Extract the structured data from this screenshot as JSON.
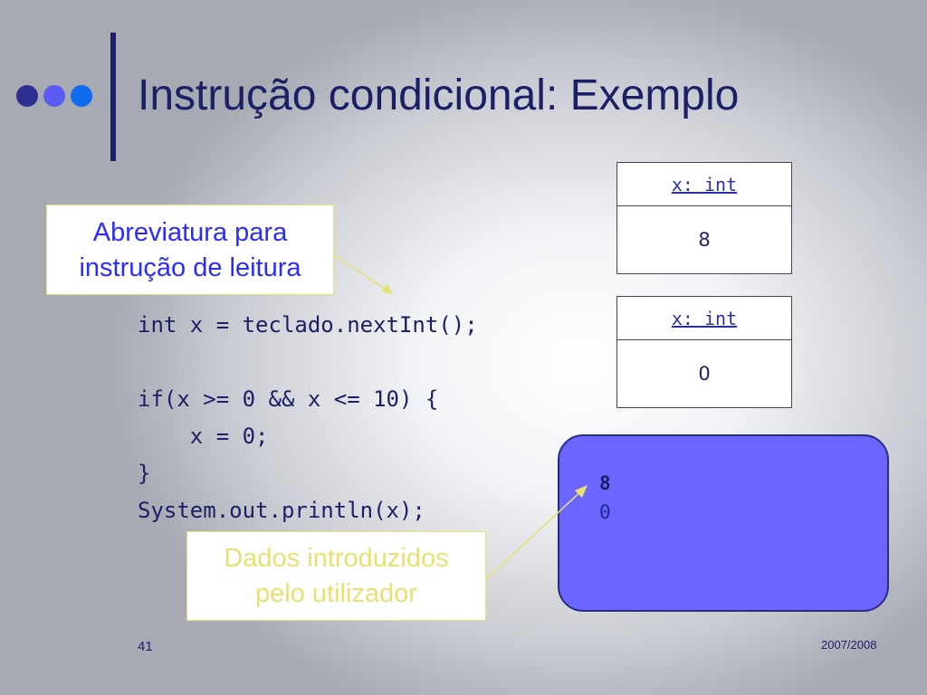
{
  "header": {
    "title": "Instrução condicional: Exemplo",
    "dot_colors": [
      "#2e3192",
      "#5b5bf2",
      "#0f6bf0"
    ],
    "title_color": "#1b1f66"
  },
  "variables": [
    {
      "label": "x: int",
      "value": "8"
    },
    {
      "label": "x: int",
      "value": "0"
    }
  ],
  "callouts": {
    "input_note": {
      "lines": [
        "Abreviatura para",
        "instrução de leitura"
      ],
      "color": "#2a2cff"
    },
    "user_data_note": {
      "lines": [
        "Dados introduzidos",
        "pelo utilizador"
      ],
      "color": "#e8e070"
    }
  },
  "code": {
    "lines": [
      "int x = teclado.nextInt();",
      "",
      "if(x >= 0 && x <= 10) {",
      "    x = 0;",
      "}",
      "System.out.println(x);"
    ]
  },
  "console": {
    "input_line": "8",
    "output_line": "0",
    "input_color": "#1b1f66",
    "output_color": "#1d2a8a",
    "background": "#6a66ff"
  },
  "footer": {
    "page_number": "41",
    "year": "2007/2008"
  }
}
